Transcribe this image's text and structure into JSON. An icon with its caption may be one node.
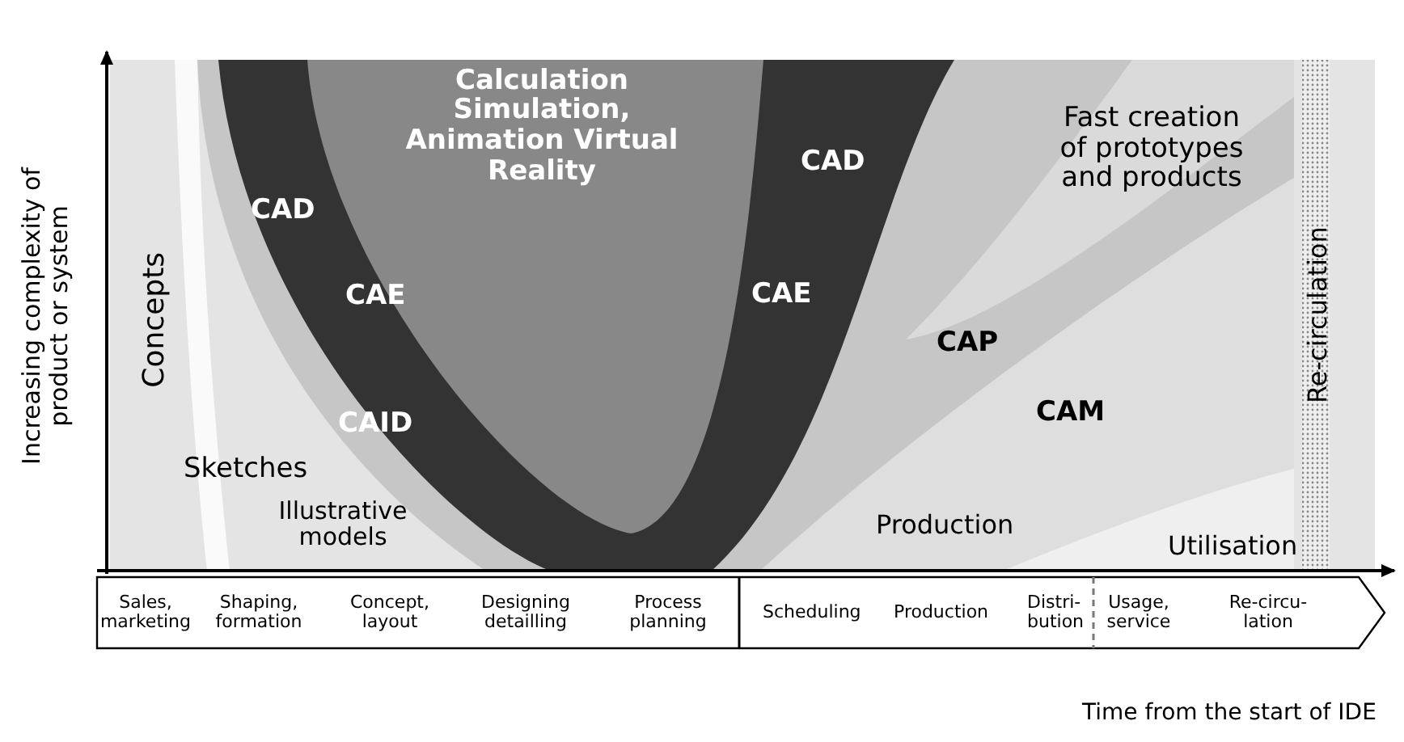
{
  "diagram": {
    "labels": [
      "Increasing complexity of product or system",
      "Calculation Simulation, Animation Virtual Reality",
      "CAD",
      "Fast creation of prototypes and products",
      "CAD",
      "Concepts",
      "CAE",
      "CAE",
      "CAP",
      "Re-circulation",
      "CAID",
      "CAM",
      "Sketches",
      "Illustrative models",
      "Production",
      "Utilisation",
      "Sales, marketing",
      "Shaping, formation",
      "Concept, layout",
      "Designing detailling",
      "Process planning",
      "Scheduling",
      "Production",
      "Distri- bution",
      "Usage, service",
      "Re-circu- lation",
      "Time from the start of IDE"
    ]
  }
}
